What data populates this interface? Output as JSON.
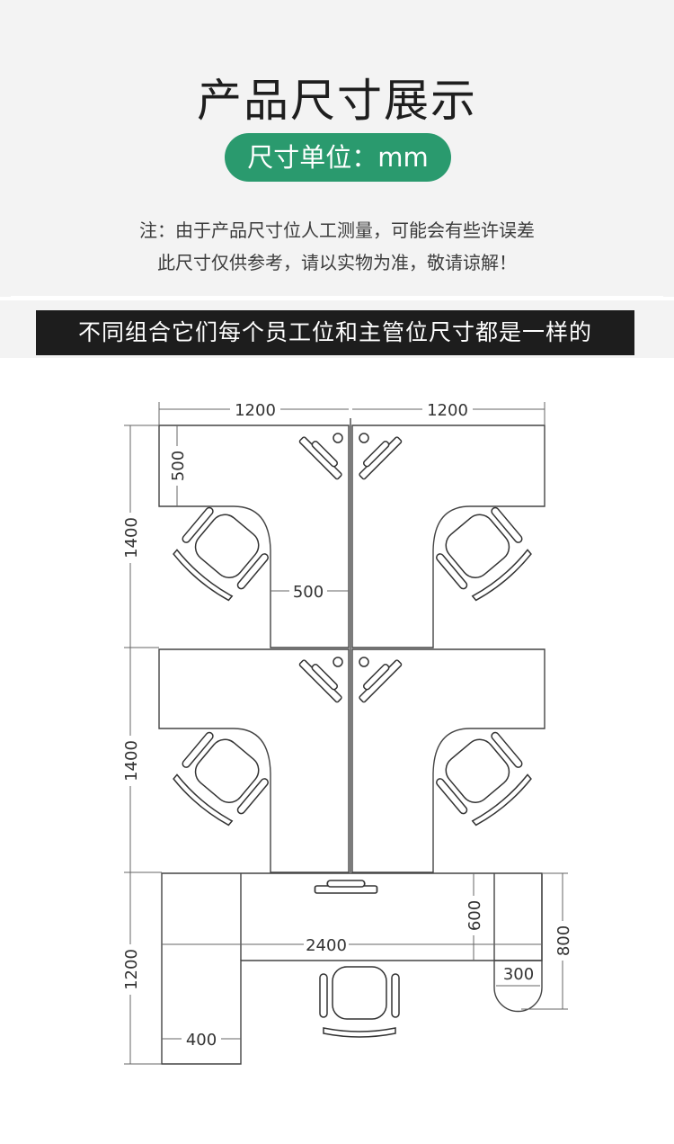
{
  "header": {
    "title": "产品尺寸展示",
    "unit_pill": "尺寸单位：mm",
    "notes": [
      "注：由于产品尺寸位人工测量，可能会有些许误差",
      "此尺寸仅供参考，请以实物为准，敬请谅解！"
    ],
    "banner": "不同组合它们每个员工位和主管位尺寸都是一样的"
  },
  "diagram": {
    "staff_width_left": "1200",
    "staff_width_right": "1200",
    "staff_depth_row1": "1400",
    "staff_depth_row2": "1400",
    "desk_top_depth": "500",
    "return_width": "500",
    "manager_depth": "1200",
    "manager_width": "2400",
    "manager_desk_depth": "600",
    "cabinet_depth": "800",
    "cabinet_width": "300",
    "manager_return_width": "400"
  }
}
